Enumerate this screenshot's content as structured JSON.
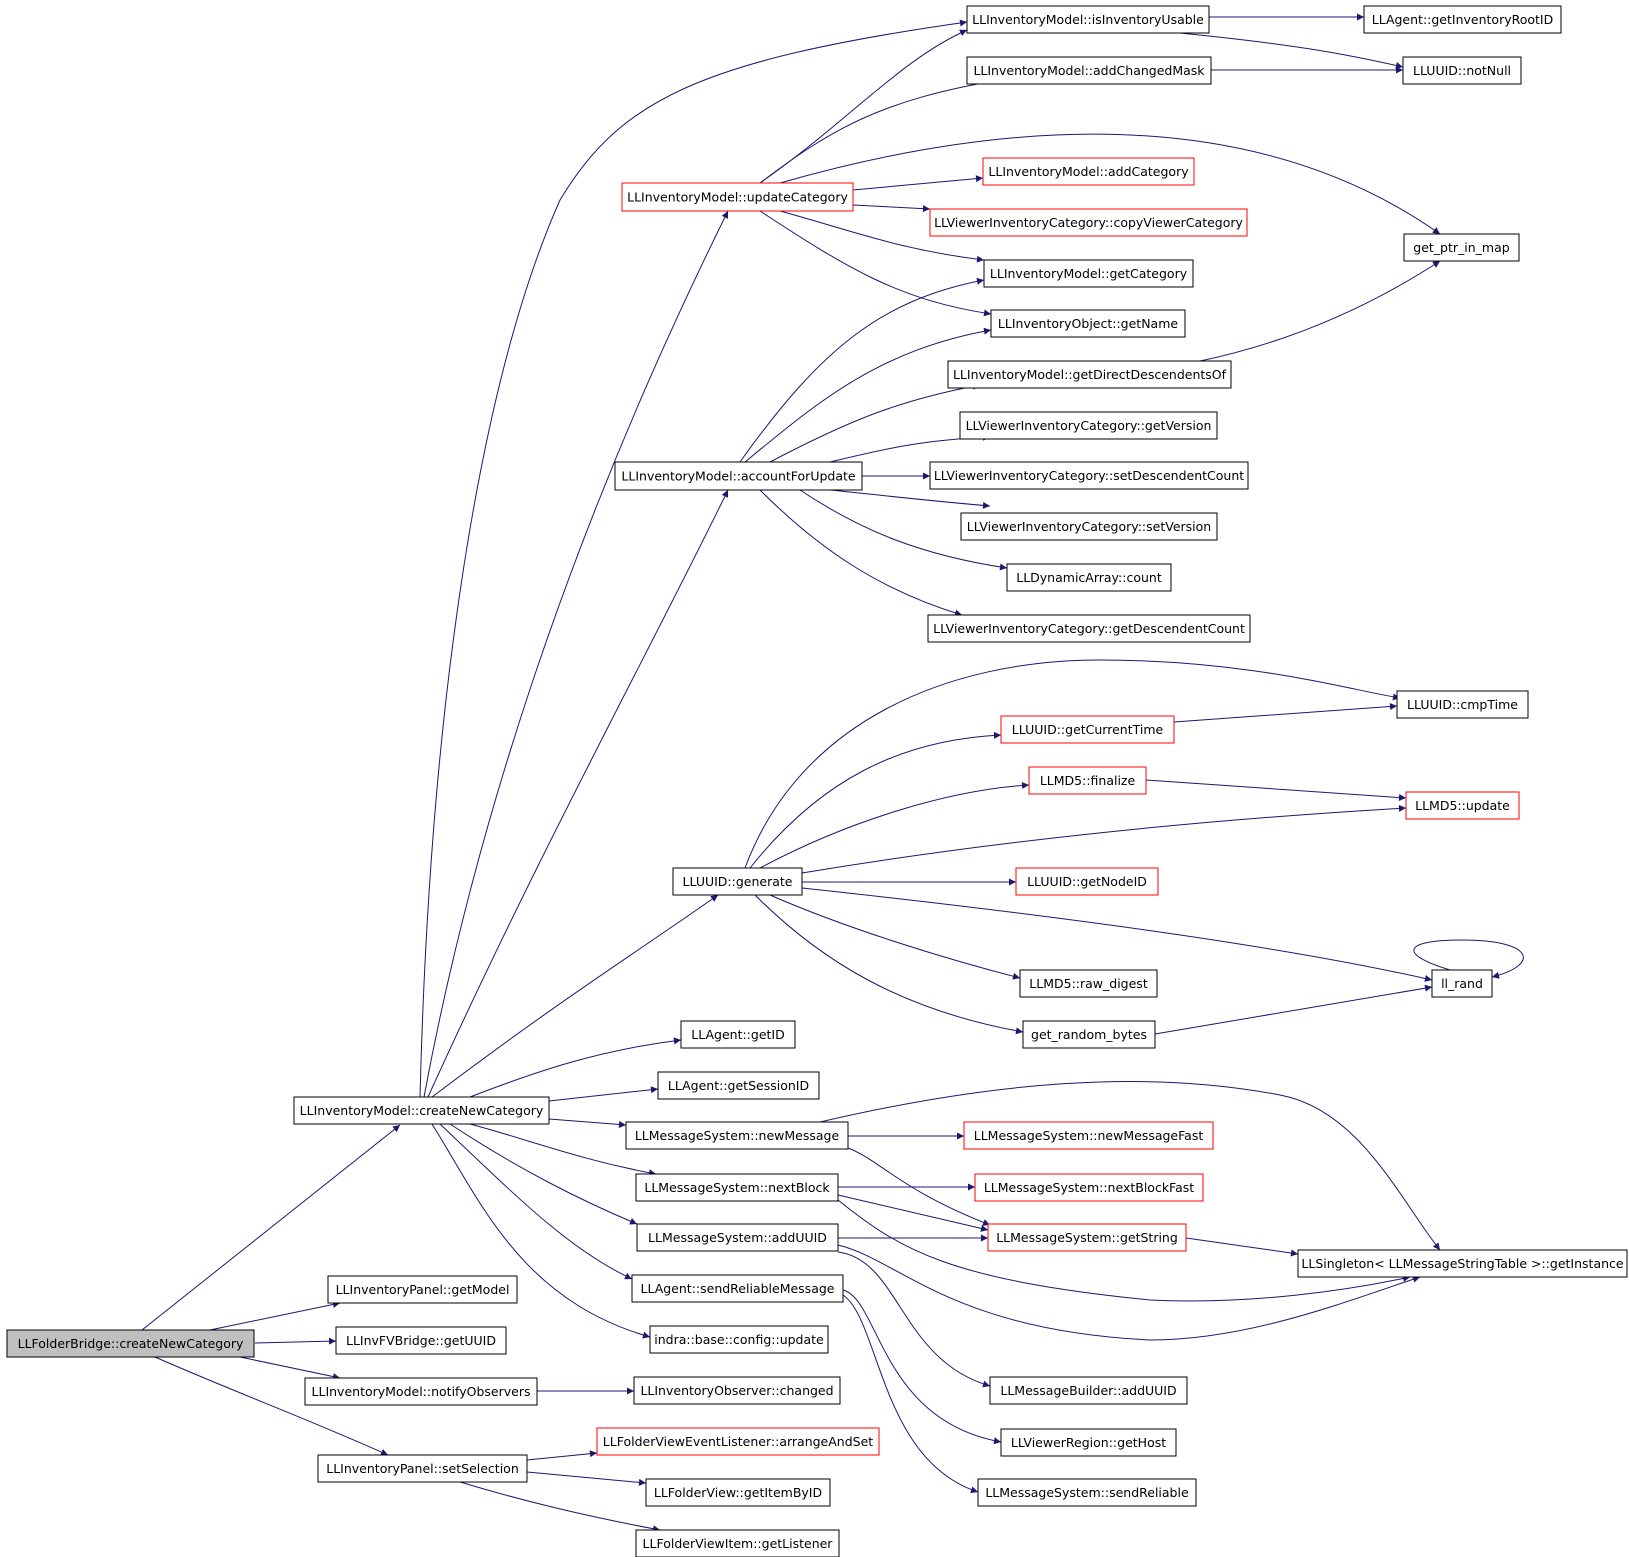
{
  "nodes": [
    {
      "id": "n0",
      "label": "LLFolderBridge::createNewCategory",
      "style": "root"
    },
    {
      "id": "n1",
      "label": "LLInventoryModel::createNewCategory",
      "style": "normal"
    },
    {
      "id": "n2",
      "label": "LLInventoryPanel::getModel",
      "style": "normal"
    },
    {
      "id": "n3",
      "label": "LLInvFVBridge::getUUID",
      "style": "normal"
    },
    {
      "id": "n4",
      "label": "LLInventoryModel::notifyObservers",
      "style": "normal"
    },
    {
      "id": "n5",
      "label": "LLInventoryPanel::setSelection",
      "style": "normal"
    },
    {
      "id": "n6",
      "label": "LLInventoryModel::updateCategory",
      "style": "red"
    },
    {
      "id": "n7",
      "label": "LLInventoryModel::accountForUpdate",
      "style": "normal"
    },
    {
      "id": "n8",
      "label": "LLUUID::generate",
      "style": "normal"
    },
    {
      "id": "n9",
      "label": "LLAgent::getID",
      "style": "normal"
    },
    {
      "id": "n10",
      "label": "LLAgent::getSessionID",
      "style": "normal"
    },
    {
      "id": "n11",
      "label": "LLMessageSystem::newMessage",
      "style": "normal"
    },
    {
      "id": "n12",
      "label": "LLMessageSystem::nextBlock",
      "style": "normal"
    },
    {
      "id": "n13",
      "label": "LLMessageSystem::addUUID",
      "style": "normal"
    },
    {
      "id": "n14",
      "label": "LLAgent::sendReliableMessage",
      "style": "normal"
    },
    {
      "id": "n15",
      "label": "indra::base::config::update",
      "style": "normal"
    },
    {
      "id": "n16",
      "label": "LLInventoryObserver::changed",
      "style": "normal"
    },
    {
      "id": "n17",
      "label": "LLFolderViewEventListener::arrangeAndSet",
      "style": "red"
    },
    {
      "id": "n18",
      "label": "LLFolderView::getItemByID",
      "style": "normal"
    },
    {
      "id": "n19",
      "label": "LLFolderViewItem::getListener",
      "style": "normal"
    },
    {
      "id": "n20",
      "label": "LLInventoryModel::isInventoryUsable",
      "style": "normal"
    },
    {
      "id": "n21",
      "label": "LLInventoryModel::addChangedMask",
      "style": "normal"
    },
    {
      "id": "n22",
      "label": "LLInventoryModel::addCategory",
      "style": "red"
    },
    {
      "id": "n23",
      "label": "LLViewerInventoryCategory::copyViewerCategory",
      "style": "red"
    },
    {
      "id": "n24",
      "label": "LLInventoryModel::getCategory",
      "style": "normal"
    },
    {
      "id": "n25",
      "label": "LLInventoryObject::getName",
      "style": "normal"
    },
    {
      "id": "n26",
      "label": "get_ptr_in_map",
      "style": "normal"
    },
    {
      "id": "n27",
      "label": "LLAgent::getInventoryRootID",
      "style": "normal"
    },
    {
      "id": "n28",
      "label": "LLUUID::notNull",
      "style": "normal"
    },
    {
      "id": "n29",
      "label": "LLInventoryModel::getDirectDescendentsOf",
      "style": "normal"
    },
    {
      "id": "n30",
      "label": "LLViewerInventoryCategory::getVersion",
      "style": "normal"
    },
    {
      "id": "n31",
      "label": "LLViewerInventoryCategory::setDescendentCount",
      "style": "normal"
    },
    {
      "id": "n32",
      "label": "LLViewerInventoryCategory::setVersion",
      "style": "normal"
    },
    {
      "id": "n33",
      "label": "LLDynamicArray::count",
      "style": "normal"
    },
    {
      "id": "n34",
      "label": "LLViewerInventoryCategory::getDescendentCount",
      "style": "normal"
    },
    {
      "id": "n35",
      "label": "LLUUID::getCurrentTime",
      "style": "red"
    },
    {
      "id": "n36",
      "label": "LLMD5::finalize",
      "style": "red"
    },
    {
      "id": "n37",
      "label": "LLMD5::update",
      "style": "red"
    },
    {
      "id": "n38",
      "label": "LLUUID::getNodeID",
      "style": "red"
    },
    {
      "id": "n39",
      "label": "LLMD5::raw_digest",
      "style": "normal"
    },
    {
      "id": "n40",
      "label": "get_random_bytes",
      "style": "normal"
    },
    {
      "id": "n41",
      "label": "ll_rand",
      "style": "normal"
    },
    {
      "id": "n42",
      "label": "LLUUID::cmpTime",
      "style": "normal"
    },
    {
      "id": "n43",
      "label": "LLMessageSystem::newMessageFast",
      "style": "red"
    },
    {
      "id": "n44",
      "label": "LLMessageSystem::nextBlockFast",
      "style": "red"
    },
    {
      "id": "n45",
      "label": "LLMessageSystem::getString",
      "style": "red"
    },
    {
      "id": "n46",
      "label": "LLSingleton< LLMessageStringTable >::getInstance",
      "style": "normal"
    },
    {
      "id": "n47",
      "label": "LLMessageBuilder::addUUID",
      "style": "normal"
    },
    {
      "id": "n48",
      "label": "LLViewerRegion::getHost",
      "style": "normal"
    },
    {
      "id": "n49",
      "label": "LLMessageSystem::sendReliable",
      "style": "normal"
    }
  ],
  "edges": [
    [
      "n0",
      "n1"
    ],
    [
      "n0",
      "n2"
    ],
    [
      "n0",
      "n3"
    ],
    [
      "n0",
      "n4"
    ],
    [
      "n0",
      "n5"
    ],
    [
      "n1",
      "n20"
    ],
    [
      "n1",
      "n6"
    ],
    [
      "n1",
      "n7"
    ],
    [
      "n1",
      "n8"
    ],
    [
      "n1",
      "n9"
    ],
    [
      "n1",
      "n10"
    ],
    [
      "n1",
      "n11"
    ],
    [
      "n1",
      "n12"
    ],
    [
      "n1",
      "n13"
    ],
    [
      "n1",
      "n14"
    ],
    [
      "n1",
      "n15"
    ],
    [
      "n4",
      "n16"
    ],
    [
      "n5",
      "n17"
    ],
    [
      "n5",
      "n18"
    ],
    [
      "n5",
      "n19"
    ],
    [
      "n6",
      "n20"
    ],
    [
      "n6",
      "n21"
    ],
    [
      "n6",
      "n22"
    ],
    [
      "n6",
      "n23"
    ],
    [
      "n6",
      "n24"
    ],
    [
      "n6",
      "n25"
    ],
    [
      "n6",
      "n26"
    ],
    [
      "n20",
      "n27"
    ],
    [
      "n20",
      "n28"
    ],
    [
      "n21",
      "n28"
    ],
    [
      "n7",
      "n24"
    ],
    [
      "n7",
      "n25"
    ],
    [
      "n7",
      "n29"
    ],
    [
      "n7",
      "n30"
    ],
    [
      "n7",
      "n31"
    ],
    [
      "n7",
      "n32"
    ],
    [
      "n7",
      "n33"
    ],
    [
      "n7",
      "n34"
    ],
    [
      "n29",
      "n26"
    ],
    [
      "n8",
      "n42"
    ],
    [
      "n8",
      "n35"
    ],
    [
      "n8",
      "n36"
    ],
    [
      "n8",
      "n37"
    ],
    [
      "n8",
      "n38"
    ],
    [
      "n8",
      "n41"
    ],
    [
      "n8",
      "n39"
    ],
    [
      "n8",
      "n40"
    ],
    [
      "n35",
      "n42"
    ],
    [
      "n36",
      "n37"
    ],
    [
      "n40",
      "n41"
    ],
    [
      "n41",
      "n41"
    ],
    [
      "n11",
      "n43"
    ],
    [
      "n11",
      "n46"
    ],
    [
      "n11",
      "n45"
    ],
    [
      "n12",
      "n44"
    ],
    [
      "n12",
      "n45"
    ],
    [
      "n12",
      "n46"
    ],
    [
      "n13",
      "n45"
    ],
    [
      "n13",
      "n46"
    ],
    [
      "n13",
      "n47"
    ],
    [
      "n14",
      "n48"
    ],
    [
      "n14",
      "n49"
    ],
    [
      "n45",
      "n46"
    ]
  ]
}
